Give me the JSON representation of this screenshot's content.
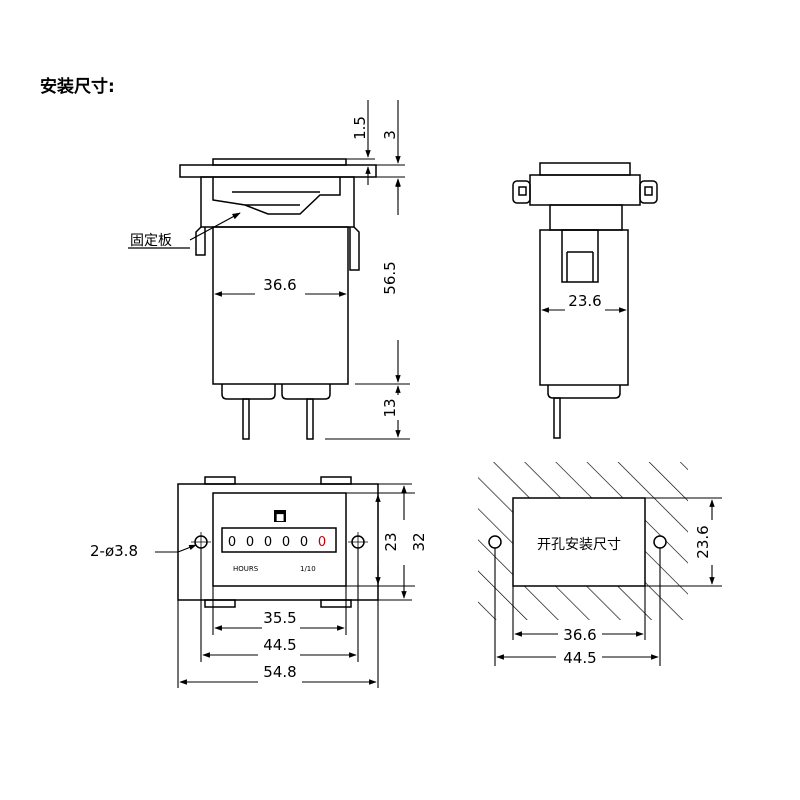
{
  "title": "安装尺寸:",
  "side_view": {
    "dim_top_plate": "1.5",
    "dim_bezel": "3",
    "dim_height": "56.5",
    "dim_pins": "13",
    "dim_width": "36.6",
    "callout_label": "固定板"
  },
  "end_view": {
    "dim_width": "23.6"
  },
  "front_view": {
    "hole_label": "2-ø3.8",
    "dim_window_height": "23",
    "dim_body_height": "32",
    "dim_window_width": "35.5",
    "dim_hole_pitch": "44.5",
    "dim_overall_width": "54.8",
    "counter_digits": [
      "0",
      "0",
      "0",
      "0",
      "0",
      "0"
    ],
    "brand_mark": "■",
    "unit_label": "HOURS",
    "ratio_label": "1/10"
  },
  "panel_cutout": {
    "label": "开孔安装尺寸",
    "dim_height": "23.6",
    "dim_width": "36.6",
    "dim_hole_pitch": "44.5"
  }
}
